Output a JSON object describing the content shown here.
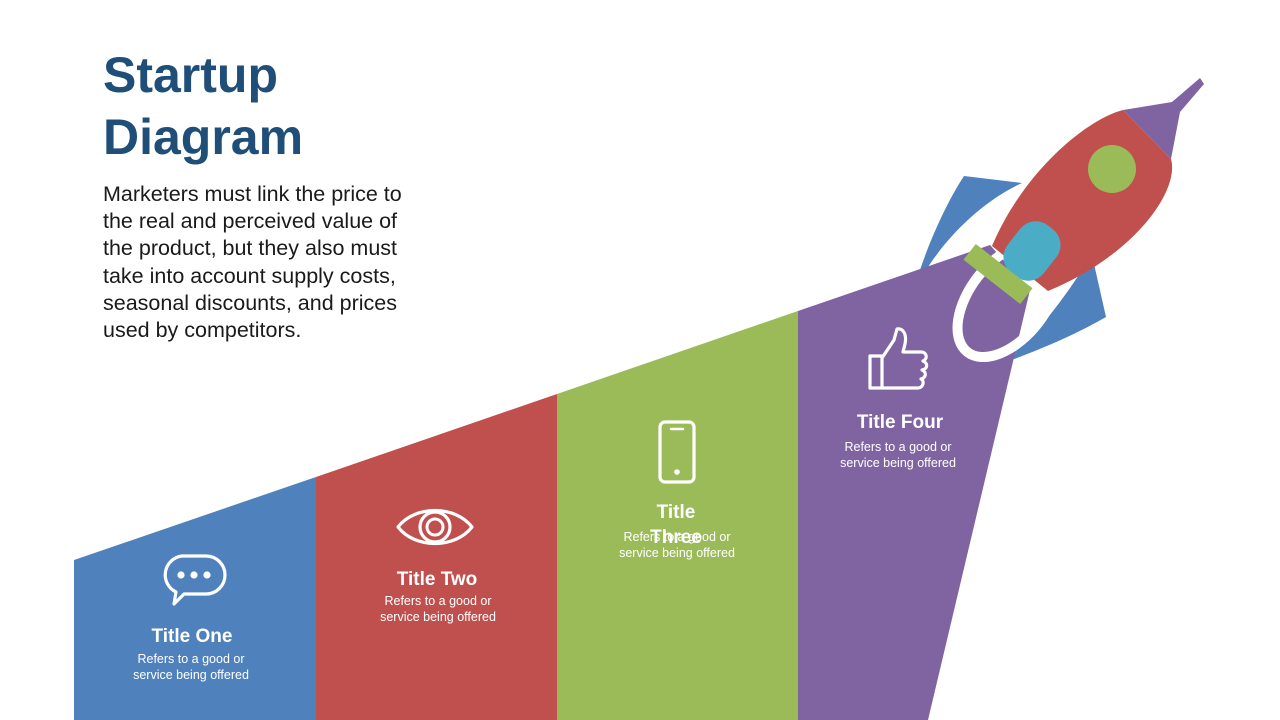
{
  "slide": {
    "title_line1": "Startup",
    "title_line2": "Diagram",
    "body": "Marketers must link the price to the real and perceived value of the product, but they also must take into account supply costs, seasonal discounts, and prices used by competitors."
  },
  "steps": [
    {
      "title": "Title One",
      "description": "Refers to a good or service being offered",
      "icon": "chat-bubble-icon",
      "color": "#4f81bd"
    },
    {
      "title": "Title Two",
      "description": "Refers to a good or service being offered",
      "icon": "eye-icon",
      "color": "#c0504d"
    },
    {
      "title": "Title Three",
      "description": "Refers to a good or service being offered",
      "icon": "smartphone-icon",
      "color": "#9bbb59"
    },
    {
      "title": "Title Four",
      "description": "Refers to a good or service being offered",
      "icon": "thumbs-up-icon",
      "color": "#8064a2"
    }
  ],
  "rocket": {
    "body_color": "#c0504d",
    "nose_color": "#8064a2",
    "fin_color": "#4f81bd",
    "window_color": "#9bbb59",
    "nozzle_color": "#9bbb59",
    "flame_color": "#4bacc6"
  }
}
